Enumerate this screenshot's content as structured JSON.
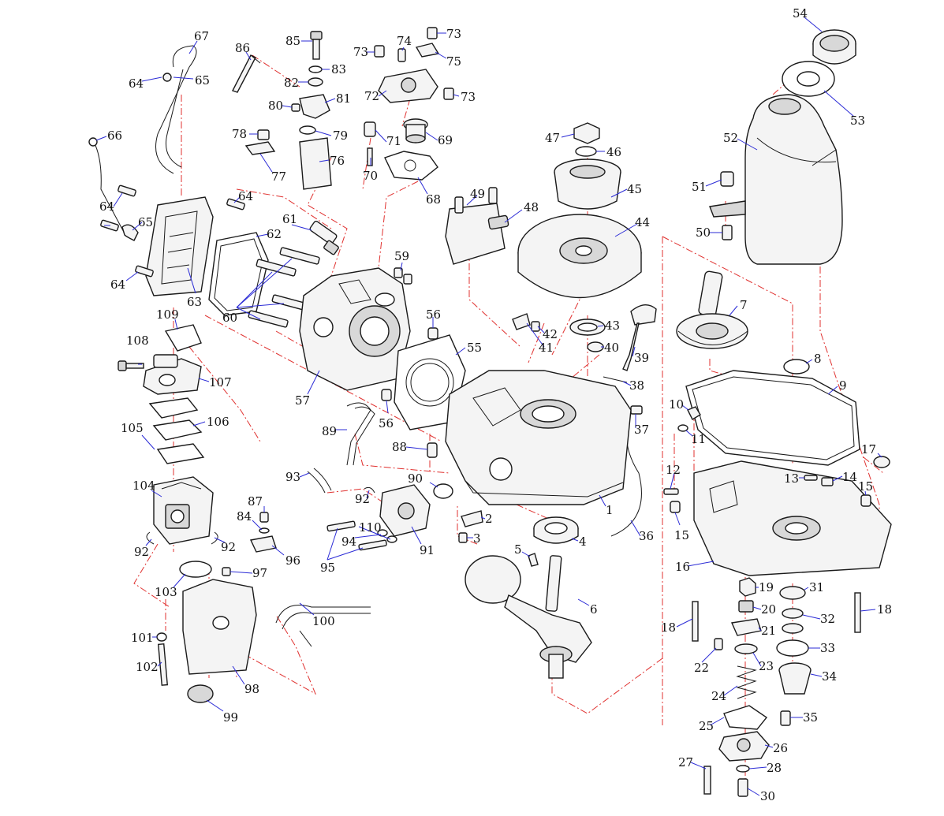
{
  "colors": {
    "assembly_lines": "#e0312f",
    "leader_lines": "#2b2bd6",
    "part_outline": "#1a1a1a",
    "background": "#ffffff"
  },
  "callouts": [
    {
      "id": "54",
      "label": "54"
    },
    {
      "id": "53",
      "label": "53"
    },
    {
      "id": "52",
      "label": "52"
    },
    {
      "id": "51",
      "label": "51"
    },
    {
      "id": "50",
      "label": "50"
    },
    {
      "id": "67",
      "label": "67"
    },
    {
      "id": "65a",
      "label": "65"
    },
    {
      "id": "64a",
      "label": "64"
    },
    {
      "id": "86",
      "label": "86"
    },
    {
      "id": "85",
      "label": "85"
    },
    {
      "id": "83",
      "label": "83"
    },
    {
      "id": "82",
      "label": "82"
    },
    {
      "id": "81",
      "label": "81"
    },
    {
      "id": "80",
      "label": "80"
    },
    {
      "id": "79",
      "label": "79"
    },
    {
      "id": "78",
      "label": "78"
    },
    {
      "id": "77",
      "label": "77"
    },
    {
      "id": "76",
      "label": "76"
    },
    {
      "id": "73a",
      "label": "73"
    },
    {
      "id": "74",
      "label": "74"
    },
    {
      "id": "73b",
      "label": "73"
    },
    {
      "id": "75",
      "label": "75"
    },
    {
      "id": "72",
      "label": "72"
    },
    {
      "id": "73c",
      "label": "73"
    },
    {
      "id": "71",
      "label": "71"
    },
    {
      "id": "70",
      "label": "70"
    },
    {
      "id": "69",
      "label": "69"
    },
    {
      "id": "68",
      "label": "68"
    },
    {
      "id": "66",
      "label": "66"
    },
    {
      "id": "64b",
      "label": "64"
    },
    {
      "id": "64c",
      "label": "64"
    },
    {
      "id": "65b",
      "label": "65"
    },
    {
      "id": "64d",
      "label": "64"
    },
    {
      "id": "63",
      "label": "63"
    },
    {
      "id": "62",
      "label": "62"
    },
    {
      "id": "61",
      "label": "61"
    },
    {
      "id": "60",
      "label": "60"
    },
    {
      "id": "59",
      "label": "59"
    },
    {
      "id": "57",
      "label": "57"
    },
    {
      "id": "56a",
      "label": "56"
    },
    {
      "id": "56b",
      "label": "56"
    },
    {
      "id": "55",
      "label": "55"
    },
    {
      "id": "49",
      "label": "49"
    },
    {
      "id": "48",
      "label": "48"
    },
    {
      "id": "47",
      "label": "47"
    },
    {
      "id": "46",
      "label": "46"
    },
    {
      "id": "45",
      "label": "45"
    },
    {
      "id": "44",
      "label": "44"
    },
    {
      "id": "43",
      "label": "43"
    },
    {
      "id": "42",
      "label": "42"
    },
    {
      "id": "41",
      "label": "41"
    },
    {
      "id": "40",
      "label": "40"
    },
    {
      "id": "39",
      "label": "39"
    },
    {
      "id": "38",
      "label": "38"
    },
    {
      "id": "37",
      "label": "37"
    },
    {
      "id": "36",
      "label": "36"
    },
    {
      "id": "7",
      "label": "7"
    },
    {
      "id": "8",
      "label": "8"
    },
    {
      "id": "9",
      "label": "9"
    },
    {
      "id": "10",
      "label": "10"
    },
    {
      "id": "11",
      "label": "11"
    },
    {
      "id": "12",
      "label": "12"
    },
    {
      "id": "13",
      "label": "13"
    },
    {
      "id": "14",
      "label": "14"
    },
    {
      "id": "15a",
      "label": "15"
    },
    {
      "id": "15b",
      "label": "15"
    },
    {
      "id": "17",
      "label": "17"
    },
    {
      "id": "16",
      "label": "16"
    },
    {
      "id": "18a",
      "label": "18"
    },
    {
      "id": "18b",
      "label": "18"
    },
    {
      "id": "19",
      "label": "19"
    },
    {
      "id": "20",
      "label": "20"
    },
    {
      "id": "21",
      "label": "21"
    },
    {
      "id": "22",
      "label": "22"
    },
    {
      "id": "23",
      "label": "23"
    },
    {
      "id": "24",
      "label": "24"
    },
    {
      "id": "25",
      "label": "25"
    },
    {
      "id": "26",
      "label": "26"
    },
    {
      "id": "27",
      "label": "27"
    },
    {
      "id": "28",
      "label": "28"
    },
    {
      "id": "30",
      "label": "30"
    },
    {
      "id": "31",
      "label": "31"
    },
    {
      "id": "32",
      "label": "32"
    },
    {
      "id": "33",
      "label": "33"
    },
    {
      "id": "34",
      "label": "34"
    },
    {
      "id": "35",
      "label": "35"
    },
    {
      "id": "1",
      "label": "1"
    },
    {
      "id": "2",
      "label": "2"
    },
    {
      "id": "3",
      "label": "3"
    },
    {
      "id": "4",
      "label": "4"
    },
    {
      "id": "5",
      "label": "5"
    },
    {
      "id": "6",
      "label": "6"
    },
    {
      "id": "109",
      "label": "109"
    },
    {
      "id": "108",
      "label": "108"
    },
    {
      "id": "107",
      "label": "107"
    },
    {
      "id": "106",
      "label": "106"
    },
    {
      "id": "105",
      "label": "105"
    },
    {
      "id": "104",
      "label": "104"
    },
    {
      "id": "92a",
      "label": "92"
    },
    {
      "id": "92b",
      "label": "92"
    },
    {
      "id": "92c",
      "label": "92"
    },
    {
      "id": "103",
      "label": "103"
    },
    {
      "id": "101",
      "label": "101"
    },
    {
      "id": "102",
      "label": "102"
    },
    {
      "id": "98",
      "label": "98"
    },
    {
      "id": "99",
      "label": "99"
    },
    {
      "id": "97",
      "label": "97"
    },
    {
      "id": "96",
      "label": "96"
    },
    {
      "id": "87",
      "label": "87"
    },
    {
      "id": "84",
      "label": "84"
    },
    {
      "id": "100",
      "label": "100"
    },
    {
      "id": "95",
      "label": "95"
    },
    {
      "id": "94",
      "label": "94"
    },
    {
      "id": "110",
      "label": "110"
    },
    {
      "id": "91",
      "label": "91"
    },
    {
      "id": "93",
      "label": "93"
    },
    {
      "id": "90",
      "label": "90"
    },
    {
      "id": "89",
      "label": "89"
    },
    {
      "id": "88",
      "label": "88"
    }
  ]
}
